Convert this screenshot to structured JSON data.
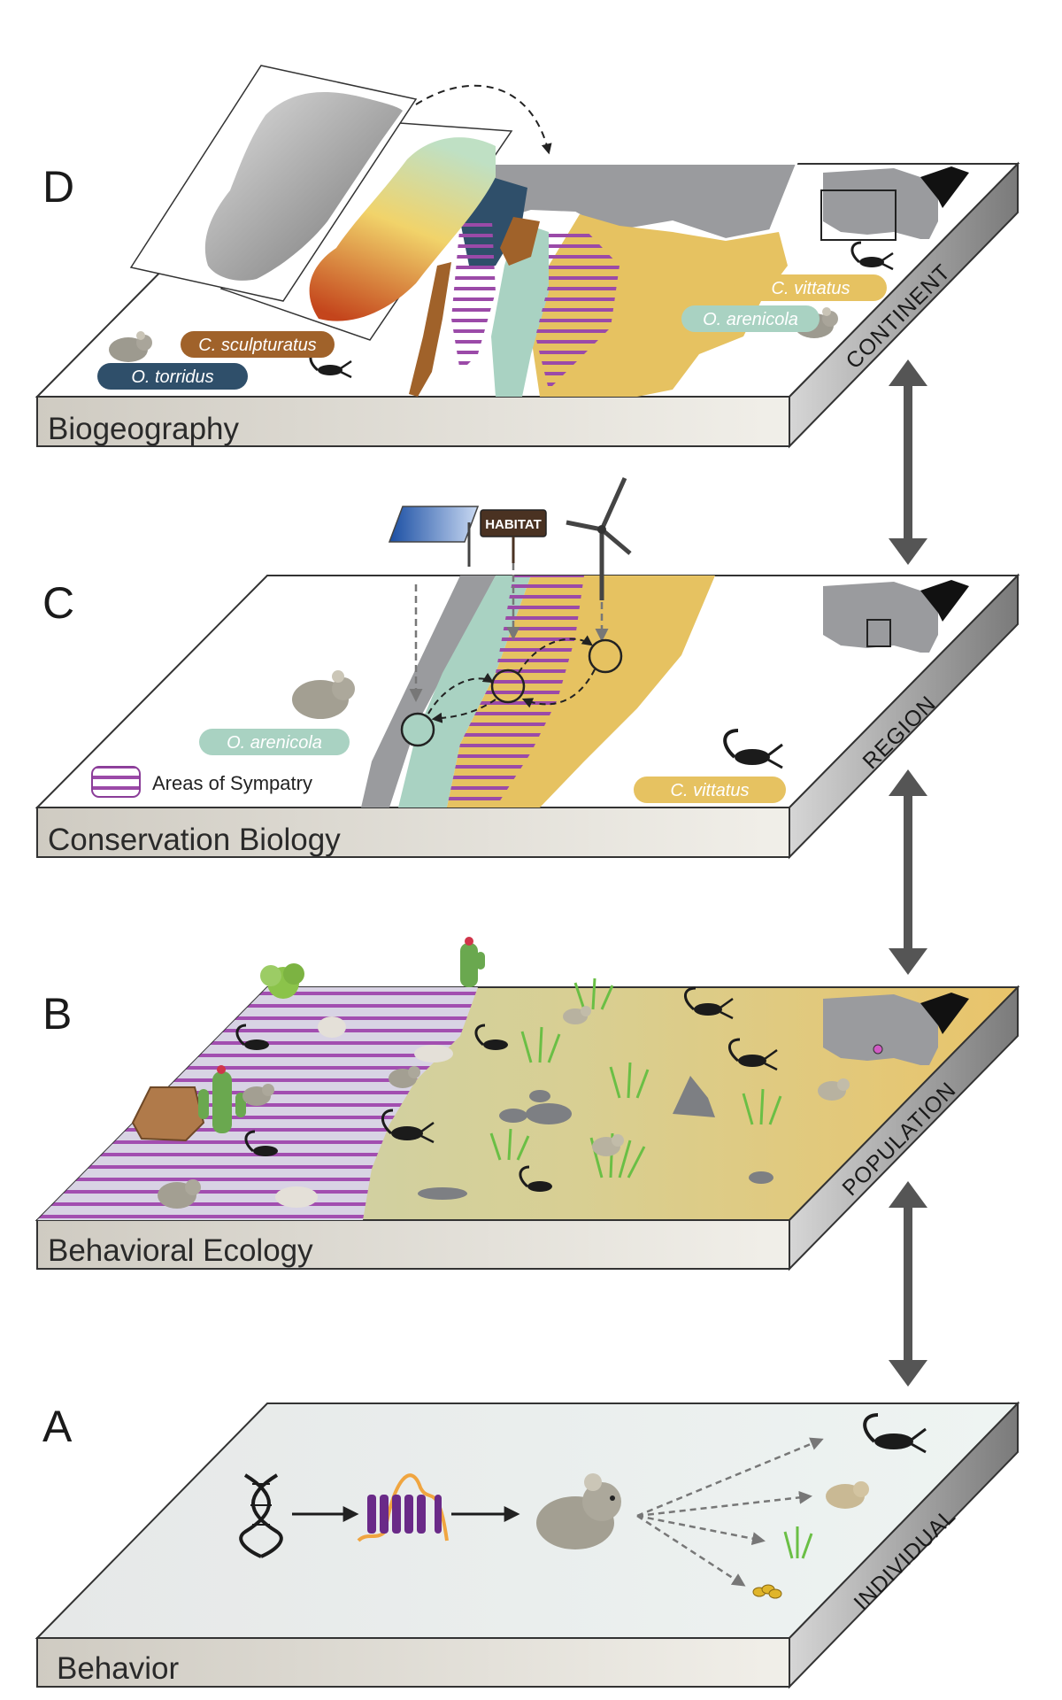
{
  "panels": {
    "d": {
      "letter": "D",
      "field": "Biogeography",
      "scale": "CONTINENT",
      "species": {
        "sculpturatus": "C. sculpturatus",
        "torridus": "O. torridus",
        "vittatus": "C. vittatus",
        "arenicola": "O. arenicola"
      }
    },
    "c": {
      "letter": "C",
      "field": "Conservation Biology",
      "scale": "REGION",
      "species": {
        "arenicola": "O. arenicola",
        "vittatus": "C. vittatus"
      },
      "legend": "Areas of Sympatry",
      "sign": "HABITAT"
    },
    "b": {
      "letter": "B",
      "field": "Behavioral Ecology",
      "scale": "POPULATION"
    },
    "a": {
      "letter": "A",
      "field": "Behavior",
      "scale": "INDIVIDUAL"
    }
  },
  "colors": {
    "torridus": "#2f4f6a",
    "sculpturatus": "#a0622a",
    "vittatus": "#e6c261",
    "arenicola": "#a9d2c2",
    "sympatry": "#8a3d98",
    "slab_front": "#d9d6cf",
    "slab_side": "#8c8c8c"
  }
}
